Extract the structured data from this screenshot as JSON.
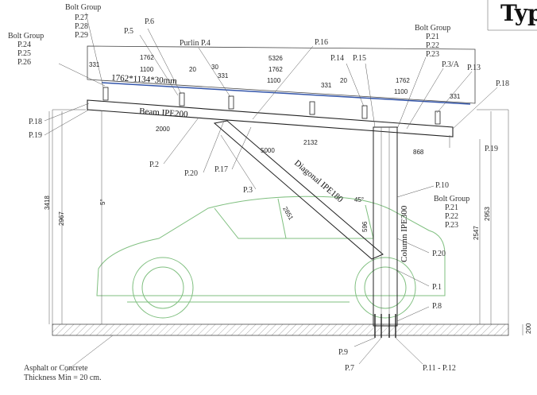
{
  "title": "Typ",
  "labels": {
    "bolt_group_top": "Bolt Group",
    "p27": "P.27",
    "p28": "P.28",
    "p29": "P.29",
    "bolt_group_left": "Bolt Group",
    "p24": "P.24",
    "p25": "P.25",
    "p26": "P.26",
    "p6": "P.6",
    "p5": "P.5",
    "purlin": "Purlin P.4",
    "p16": "P.16",
    "p14": "P.14",
    "p15": "P.15",
    "bolt_group_right": "Bolt Group",
    "p21a": "P.21",
    "p22a": "P.22",
    "p23a": "P.23",
    "p3a": "P.3/A",
    "p13": "P.13",
    "p18r": "P.18",
    "p18l": "P.18",
    "p19l": "P.19",
    "p19r": "P.19",
    "p2": "P.2",
    "p20a": "P.20",
    "p17": "P.17",
    "p3": "P.3",
    "p10": "P.10",
    "bolt_group_mid": "Bolt Group",
    "p21b": "P.21",
    "p22b": "P.22",
    "p23b": "P.23",
    "p20b": "P.20",
    "p1": "P.1",
    "p8": "P.8",
    "p9": "P.9",
    "p7": "P.7",
    "p11_12": "P.11 - P.12",
    "panel_size": "1762*1134*30mm",
    "beam": "Beam IPE200",
    "diagonal": "Diagonal IPE180",
    "column": "Column IPE300",
    "asphalt1": "Asphalt or Concrete",
    "asphalt2": "Thickness Min = 20 cm."
  },
  "dims": {
    "d5326": "5326",
    "d331a": "331",
    "d1762a": "1762",
    "d1100a": "1100",
    "d20a": "20",
    "d331b": "331",
    "d30": "30",
    "d1762b": "1762",
    "d1100b": "1100",
    "d20b": "20",
    "d331c": "331",
    "d1762c": "1762",
    "d1100c": "1100",
    "d331d": "331",
    "d2000": "2000",
    "d5000": "5000",
    "d2132": "2132",
    "d868": "868",
    "d2851": "2851",
    "d596": "596",
    "d45": "45°",
    "d3418": "3418",
    "d2967": "2967",
    "d5deg": "5°",
    "d2547": "2547",
    "d2953": "2953",
    "d200": "200"
  }
}
